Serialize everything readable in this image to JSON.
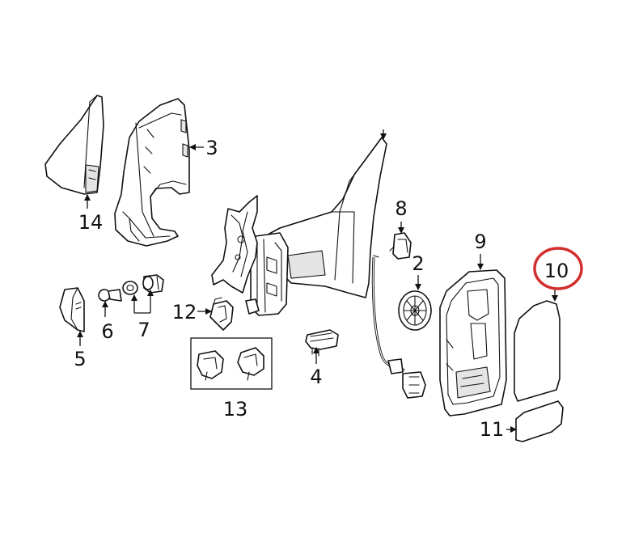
{
  "callouts": {
    "c1": "2",
    "c2": "3",
    "c3": "4",
    "c4": "5",
    "c5": "6",
    "c6": "7",
    "c7": "8",
    "c8": "9",
    "c9": "10",
    "c10": "11",
    "c11": "12",
    "c12": "13",
    "c13": "14"
  },
  "highlight": {
    "label": "10",
    "color": "#d32f2f"
  }
}
